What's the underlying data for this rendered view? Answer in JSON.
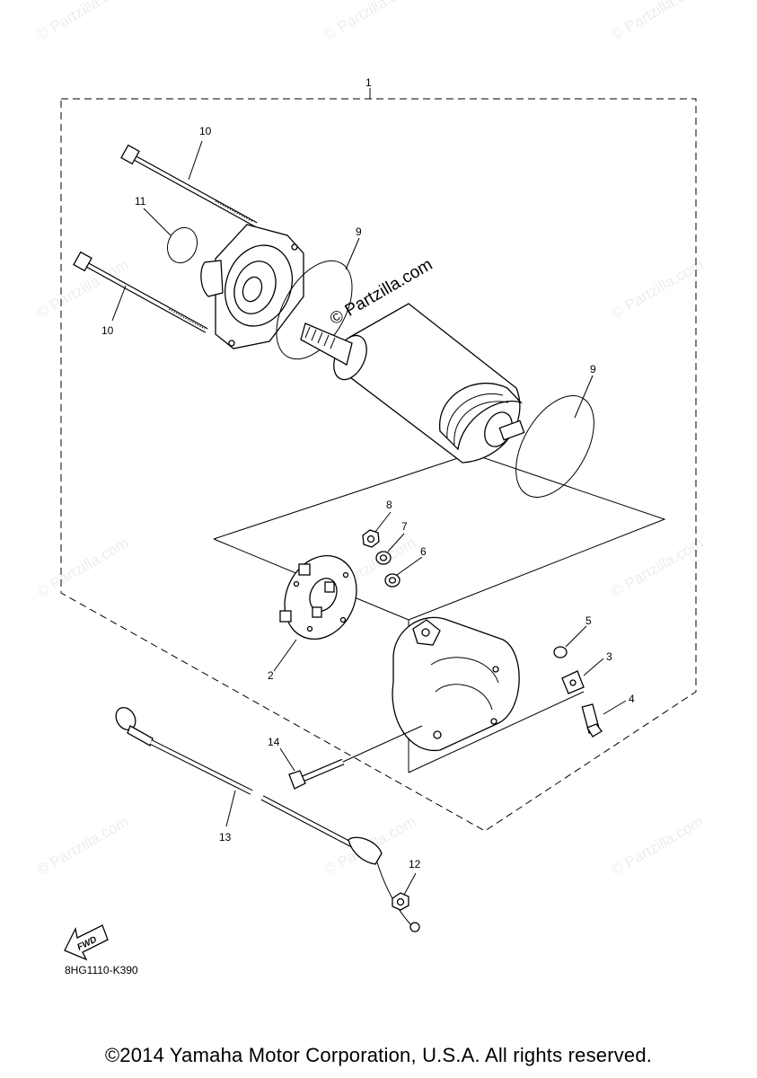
{
  "callouts": {
    "c1": "1",
    "c2": "2",
    "c3": "3",
    "c4": "4",
    "c5": "5",
    "c6": "6",
    "c7": "7",
    "c8": "8",
    "c9a": "9",
    "c9b": "9",
    "c10a": "10",
    "c10b": "10",
    "c11": "11",
    "c12": "12",
    "c13": "13",
    "c14": "14"
  },
  "fwd_label": "FWD",
  "watermark": "© Partzilla.com",
  "diagram_code": "8HG1110-K390",
  "copyright": "©2014 Yamaha Motor Corporation, U.S.A. All rights reserved.",
  "colors": {
    "line": "#000000",
    "background": "#ffffff"
  }
}
